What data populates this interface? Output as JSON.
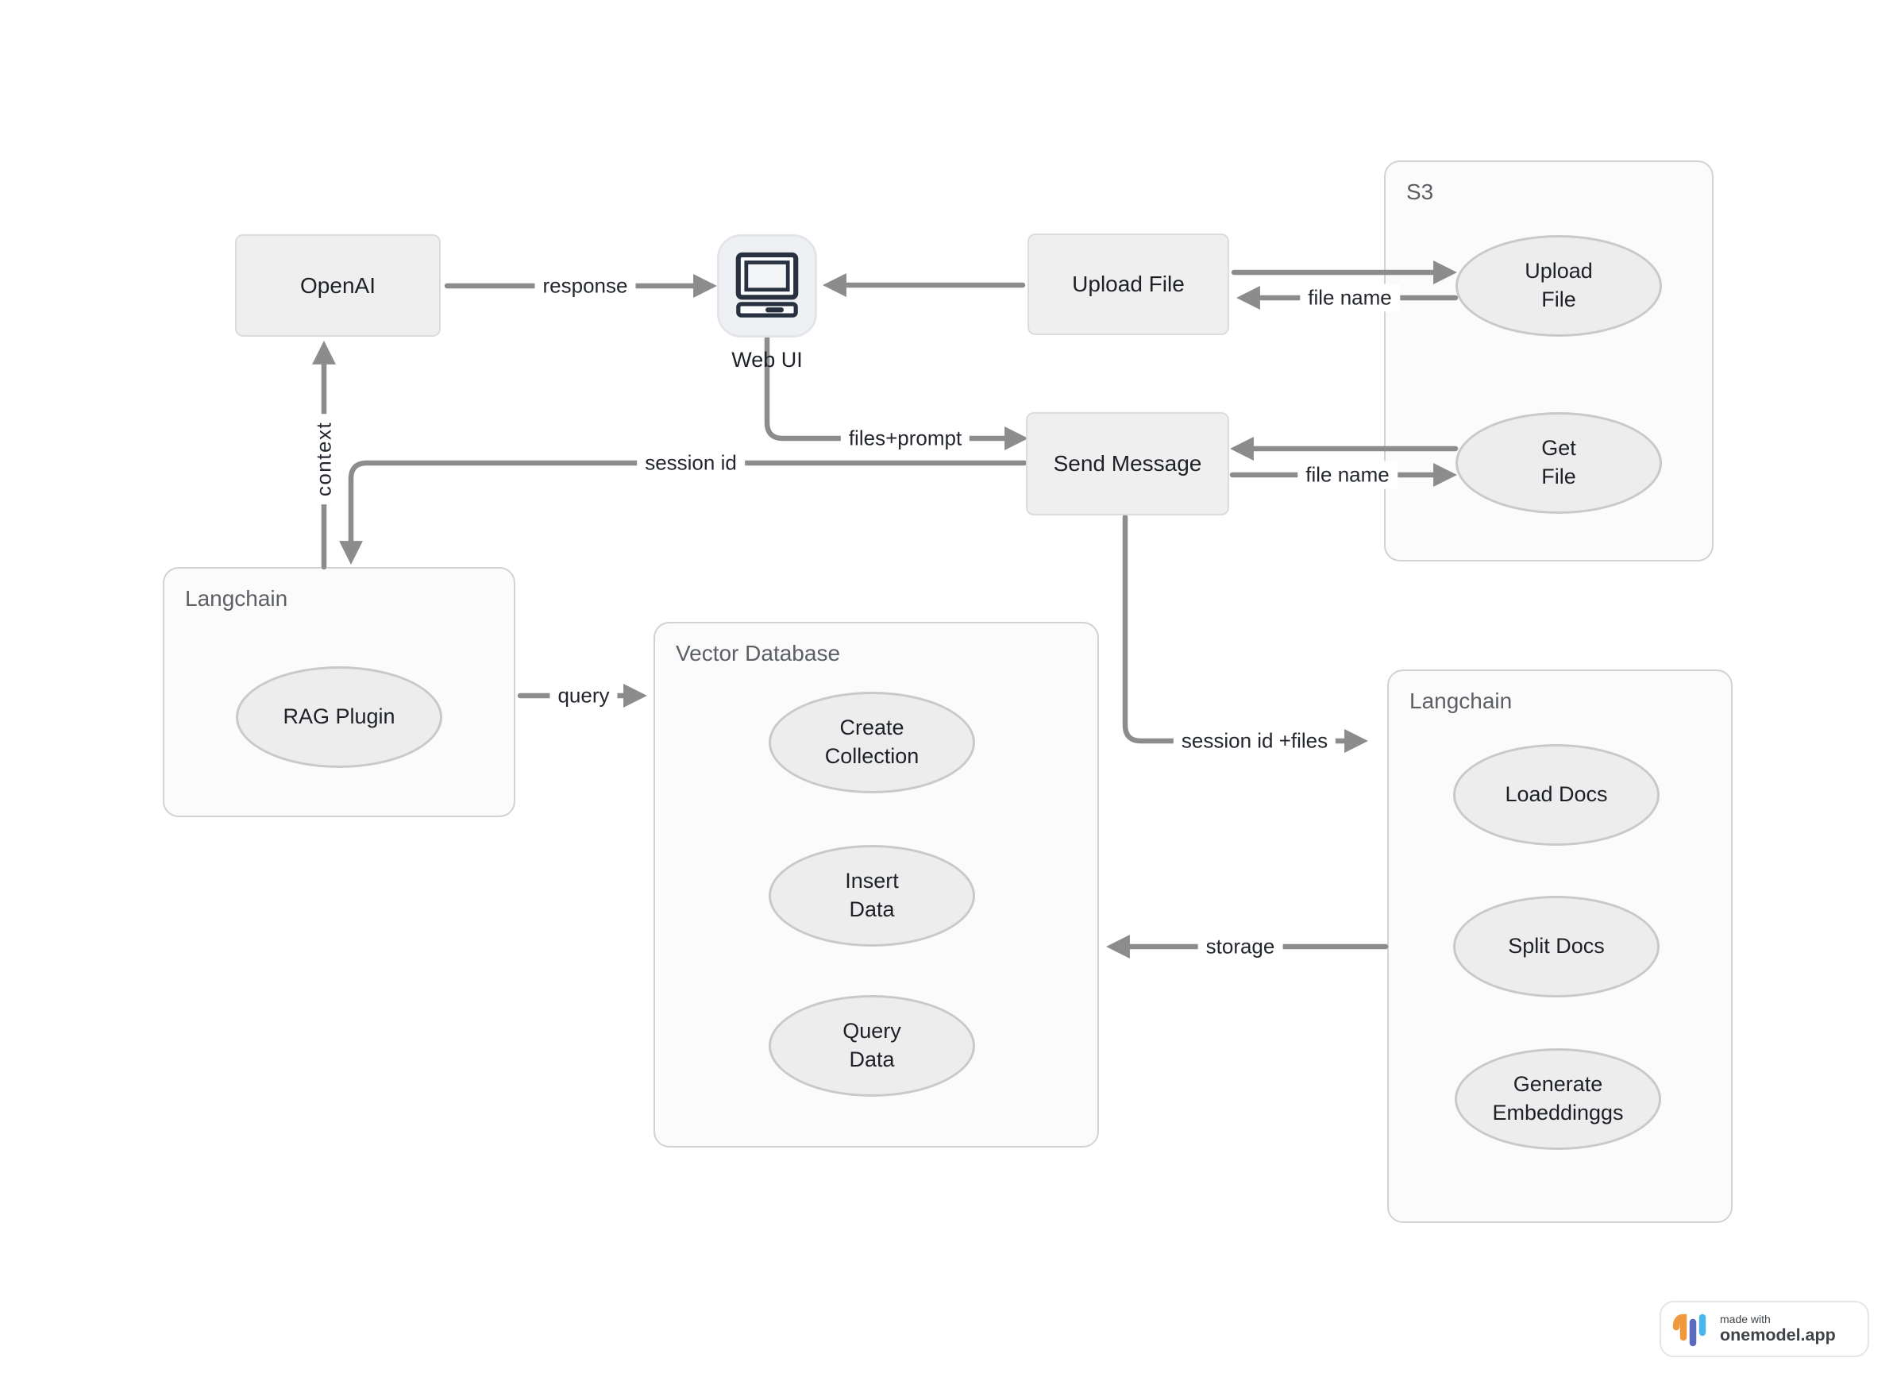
{
  "nodes": {
    "openai": "OpenAI",
    "upload_file": "Upload File",
    "send_message": "Send Message",
    "web_ui": "Web UI"
  },
  "containers": {
    "s3": "S3",
    "langchain_left": "Langchain",
    "vector_db": "Vector Database",
    "langchain_right": "Langchain"
  },
  "processes": {
    "s3_upload_file": "Upload\nFile",
    "s3_get_file": "Get\nFile",
    "rag_plugin": "RAG Plugin",
    "create_collection": "Create\nCollection",
    "insert_data": "Insert\nData",
    "query_data": "Query\nData",
    "load_docs": "Load Docs",
    "split_docs": "Split Docs",
    "generate_embeddings": "Generate\nEmbeddinggs"
  },
  "edges": {
    "response": "response",
    "file_name_upload": "file name",
    "files_prompt": "files+prompt",
    "file_name_get": "file name",
    "session_id": "session id",
    "context": "context",
    "query": "query",
    "session_id_files": "session id +files",
    "storage": "storage"
  },
  "badge": {
    "made_with": "made with",
    "brand": "onemodel.app"
  },
  "icons": {
    "web_ui": "computer-monitor-icon",
    "badge_logo": "onemodel-logo-icon"
  },
  "colors": {
    "arrow": "#8c8c8c",
    "node_fill": "#efefef",
    "node_border": "#dcdcdc",
    "ellipse_fill": "#ededed",
    "ellipse_border": "#c9c9c9",
    "container_fill": "#fbfbfb",
    "container_border": "#d2d2d4",
    "text": "#1d2127",
    "muted": "#5c6065",
    "icon": "#273140",
    "badge_orange": "#f0993c",
    "badge_indigo": "#5b6abf",
    "badge_blue": "#49b7ea"
  }
}
